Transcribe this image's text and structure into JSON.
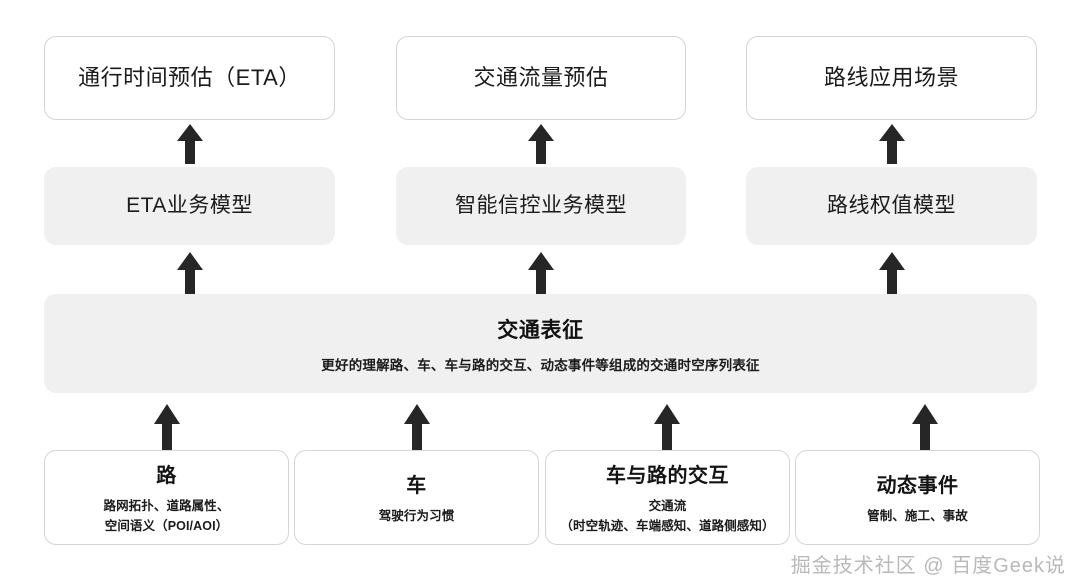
{
  "diagram": {
    "applications": [
      {
        "label": "通行时间预估（ETA）"
      },
      {
        "label": "交通流量预估"
      },
      {
        "label": "路线应用场景"
      }
    ],
    "models": [
      {
        "label": "ETA业务模型"
      },
      {
        "label": "智能信控业务模型"
      },
      {
        "label": "路线权值模型"
      }
    ],
    "representation": {
      "title": "交通表征",
      "subtitle": "更好的理解路、车、车与路的交互、动态事件等组成的交通时空序列表征"
    },
    "sources": [
      {
        "title": "路",
        "desc_line1": "路网拓扑、道路属性、",
        "desc_line2": "空间语义（POI/AOI）"
      },
      {
        "title": "车",
        "desc_line1": "驾驶行为习惯",
        "desc_line2": ""
      },
      {
        "title": "车与路的交互",
        "desc_line1": "交通流",
        "desc_line2": "（时空轨迹、车端感知、道路侧感知）"
      },
      {
        "title": "动态事件",
        "desc_line1": "管制、施工、事故",
        "desc_line2": ""
      }
    ],
    "arrows": {
      "icon": "arrow-up-icon",
      "color": "#262626",
      "count_top": 3,
      "count_middle": 3,
      "count_bottom": 4
    },
    "colors": {
      "box_fill": "#f0f0f0",
      "box_border": "#d5d5d5",
      "background": "#ffffff",
      "text": "#1b1b1b",
      "watermark": "#b9b9b9"
    }
  },
  "watermark": {
    "text": "掘金技术社区 @ 百度Geek说"
  }
}
